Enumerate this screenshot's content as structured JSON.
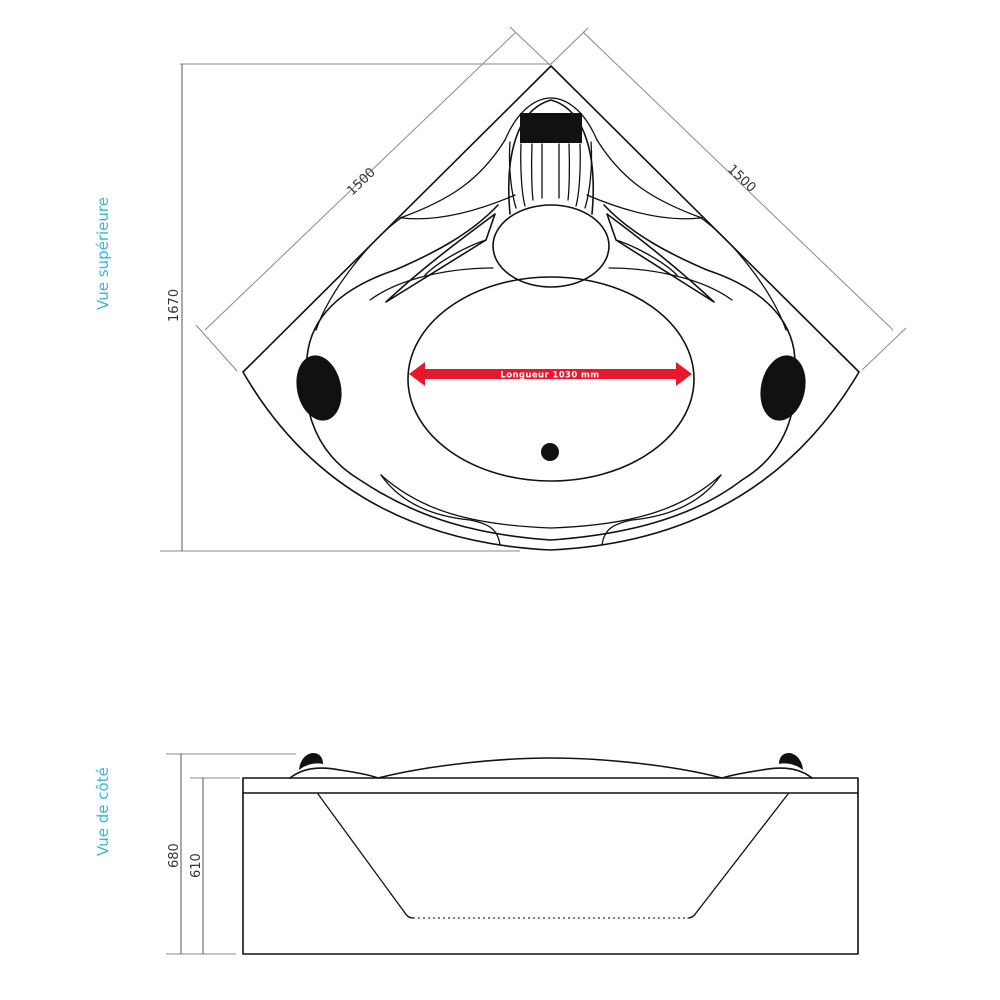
{
  "top_view": {
    "label": "Vue supérieure",
    "dimensions": {
      "side_left": "1500",
      "side_right": "1500",
      "depth": "1670"
    },
    "length_arrow": {
      "label": "Longueur 1030 mm",
      "color": "#e8182c"
    }
  },
  "side_view": {
    "label": "Vue de côté",
    "dimensions": {
      "total_height": "680",
      "body_height": "610"
    }
  },
  "colors": {
    "label_accent": "#35b8d6",
    "line": "#111111",
    "dimension_line": "#8a8a8a",
    "arrow": "#e8182c"
  }
}
